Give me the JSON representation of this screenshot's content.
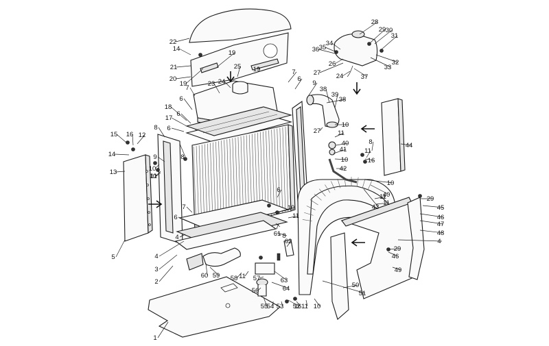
{
  "callouts": [
    {
      "n": "1"
    },
    {
      "n": "2"
    },
    {
      "n": "3"
    },
    {
      "n": "4"
    },
    {
      "n": "4"
    },
    {
      "n": "4"
    },
    {
      "n": "5"
    },
    {
      "n": "6"
    },
    {
      "n": "6"
    },
    {
      "n": "6"
    },
    {
      "n": "6"
    },
    {
      "n": "6"
    },
    {
      "n": "6"
    },
    {
      "n": "7"
    },
    {
      "n": "7"
    },
    {
      "n": "7"
    },
    {
      "n": "7"
    },
    {
      "n": "8"
    },
    {
      "n": "8"
    },
    {
      "n": "8"
    },
    {
      "n": "8"
    },
    {
      "n": "9"
    },
    {
      "n": "9"
    },
    {
      "n": "10"
    },
    {
      "n": "10"
    },
    {
      "n": "10"
    },
    {
      "n": "10"
    },
    {
      "n": "10"
    },
    {
      "n": "10"
    },
    {
      "n": "10"
    },
    {
      "n": "11"
    },
    {
      "n": "11"
    },
    {
      "n": "11"
    },
    {
      "n": "11"
    },
    {
      "n": "11"
    },
    {
      "n": "11"
    },
    {
      "n": "11"
    },
    {
      "n": "11"
    },
    {
      "n": "12"
    },
    {
      "n": "13"
    },
    {
      "n": "14"
    },
    {
      "n": "14"
    },
    {
      "n": "15"
    },
    {
      "n": "16"
    },
    {
      "n": "16"
    },
    {
      "n": "16"
    },
    {
      "n": "17"
    },
    {
      "n": "18"
    },
    {
      "n": "19"
    },
    {
      "n": "19"
    },
    {
      "n": "19"
    },
    {
      "n": "20"
    },
    {
      "n": "21"
    },
    {
      "n": "22"
    },
    {
      "n": "23"
    },
    {
      "n": "24"
    },
    {
      "n": "24"
    },
    {
      "n": "25"
    },
    {
      "n": "26"
    },
    {
      "n": "27"
    },
    {
      "n": "27"
    },
    {
      "n": "28"
    },
    {
      "n": "29"
    },
    {
      "n": "29"
    },
    {
      "n": "29"
    },
    {
      "n": "30"
    },
    {
      "n": "31"
    },
    {
      "n": "32"
    },
    {
      "n": "33"
    },
    {
      "n": "34"
    },
    {
      "n": "35"
    },
    {
      "n": "36"
    },
    {
      "n": "37"
    },
    {
      "n": "38"
    },
    {
      "n": "38"
    },
    {
      "n": "39"
    },
    {
      "n": "40"
    },
    {
      "n": "40"
    },
    {
      "n": "41"
    },
    {
      "n": "42"
    },
    {
      "n": "43"
    },
    {
      "n": "44"
    },
    {
      "n": "45"
    },
    {
      "n": "46"
    },
    {
      "n": "46"
    },
    {
      "n": "47"
    },
    {
      "n": "48"
    },
    {
      "n": "49"
    },
    {
      "n": "50"
    },
    {
      "n": "51"
    },
    {
      "n": "52"
    },
    {
      "n": "53"
    },
    {
      "n": "54"
    },
    {
      "n": "55"
    },
    {
      "n": "56"
    },
    {
      "n": "57"
    },
    {
      "n": "58"
    },
    {
      "n": "59"
    },
    {
      "n": "60"
    },
    {
      "n": "61"
    },
    {
      "n": "62"
    },
    {
      "n": "63"
    },
    {
      "n": "64"
    }
  ]
}
